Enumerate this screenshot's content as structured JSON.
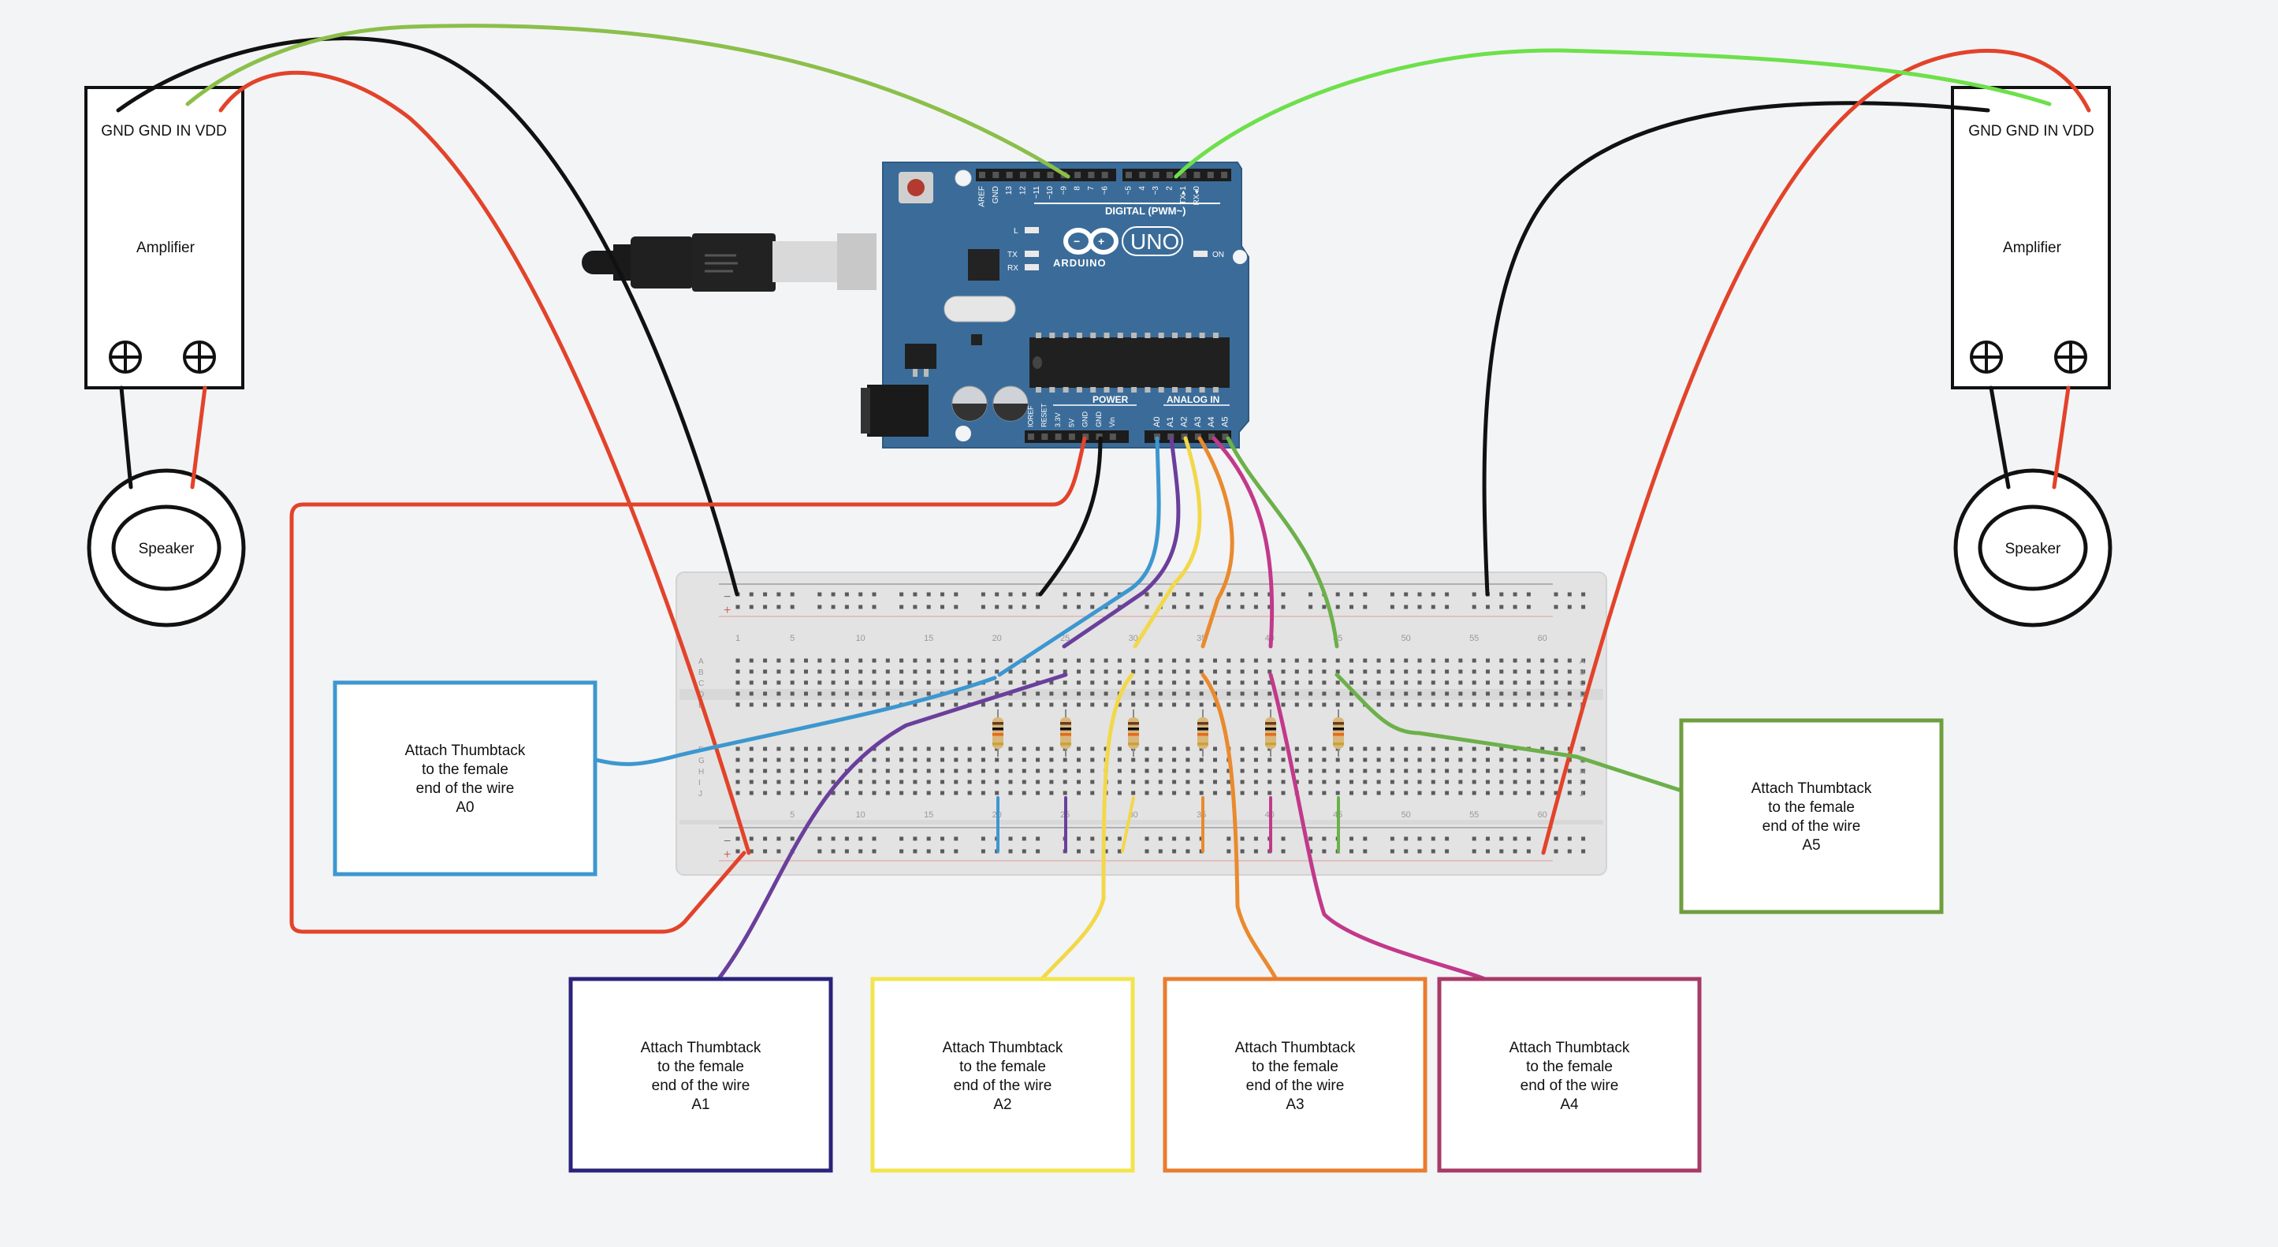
{
  "amplifiers": [
    {
      "id": "left",
      "pin_labels": "GND GND IN VDD",
      "title": "Amplifier",
      "speaker_label": "Speaker"
    },
    {
      "id": "right",
      "pin_labels": "GND GND IN VDD",
      "title": "Amplifier",
      "speaker_label": "Speaker"
    }
  ],
  "arduino": {
    "brand": "ARDUINO",
    "model": "UNO",
    "digital_label": "DIGITAL (PWM~)",
    "power_label": "POWER",
    "analog_label": "ANALOG IN",
    "on_label": "ON",
    "led_labels": [
      "L",
      "TX",
      "RX"
    ],
    "digital_pins": [
      "AREF",
      "GND",
      "13",
      "12",
      "~11",
      "~10",
      "~9",
      "8",
      "7",
      "~6",
      "~5",
      "4",
      "~3",
      "2",
      "TX▸1",
      "RX◂0"
    ],
    "power_pins": [
      "IOREF",
      "RESET",
      "3.3V",
      "5V",
      "GND",
      "GND",
      "Vin"
    ],
    "analog_pins": [
      "A0",
      "A1",
      "A2",
      "A3",
      "A4",
      "A5"
    ]
  },
  "breadboard": {
    "column_numbers": [
      "1",
      "5",
      "10",
      "15",
      "20",
      "25",
      "30",
      "35",
      "40",
      "45",
      "50",
      "55",
      "60"
    ],
    "row_letters_top": [
      "A",
      "B",
      "C",
      "D",
      "E"
    ],
    "row_letters_bottom": [
      "F",
      "G",
      "H",
      "I",
      "J"
    ],
    "rail_minus": "−",
    "rail_plus": "+"
  },
  "thumbtack_boxes": [
    {
      "id": "A0",
      "lines": [
        "Attach Thumbtack",
        "to the female",
        "end of the wire",
        "A0"
      ],
      "color": "#3d97cf"
    },
    {
      "id": "A1",
      "lines": [
        "Attach Thumbtack",
        "to the female",
        "end of the wire",
        "A1"
      ],
      "color": "#2b2379"
    },
    {
      "id": "A2",
      "lines": [
        "Attach Thumbtack",
        "to the female",
        "end of the wire",
        "A2"
      ],
      "color": "#f2e44c"
    },
    {
      "id": "A3",
      "lines": [
        "Attach Thumbtack",
        "to the female",
        "end of the wire",
        "A3"
      ],
      "color": "#ea7c2e"
    },
    {
      "id": "A4",
      "lines": [
        "Attach Thumbtack",
        "to the female",
        "end of the wire",
        "A4"
      ],
      "color": "#a73a67"
    },
    {
      "id": "A5",
      "lines": [
        "Attach Thumbtack",
        "to the female",
        "end of the wire",
        "A5"
      ],
      "color": "#6f9e3e"
    }
  ],
  "wire_colors": {
    "black": "#111111",
    "red": "#e2432a",
    "green_left": "#8bbf4a",
    "green_right": "#6de04a",
    "a0": "#3d97cf",
    "a1": "#6a3f9c",
    "a2": "#f2d84a",
    "a3": "#ea8a2e",
    "a4": "#c2398a",
    "a5": "#6cb04a"
  }
}
